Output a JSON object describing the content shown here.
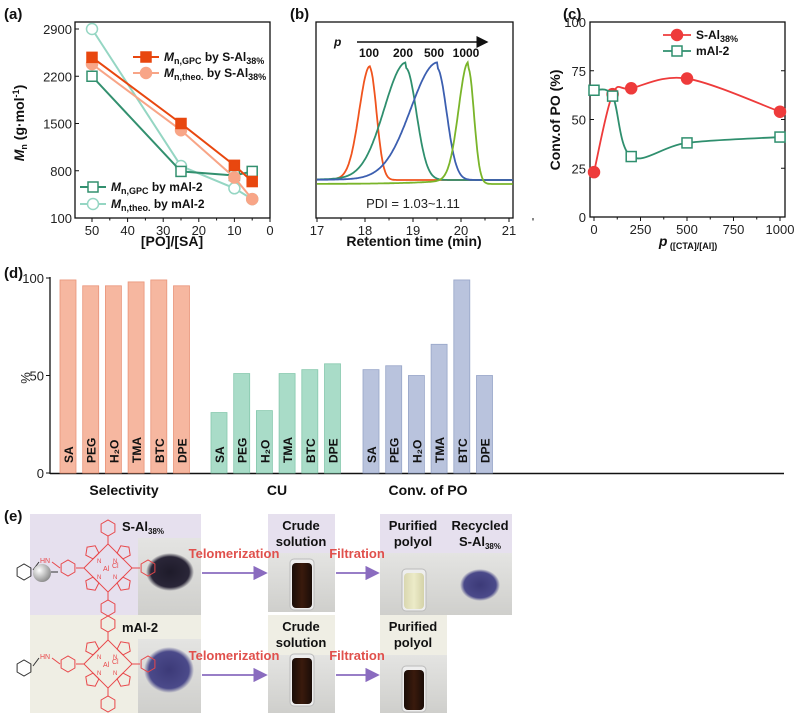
{
  "chart_data": [
    {
      "panel": "(a)",
      "type": "line",
      "xlabel": "[PO]/[SA]",
      "ylabel_parts": [
        "M",
        "n",
        " (g·mol",
        "-1",
        ")"
      ],
      "xlim": [
        55,
        0
      ],
      "ylim": [
        100,
        2900
      ],
      "xticks": [
        50,
        40,
        30,
        20,
        10,
        0
      ],
      "yticks": [
        100,
        800,
        1500,
        2200,
        2900
      ],
      "x": [
        50,
        25,
        10,
        5
      ],
      "series": [
        {
          "label_parts": [
            "M",
            "n,GPC",
            " by S-Al",
            "38%"
          ],
          "values": [
            2480,
            1500,
            880,
            640
          ],
          "color": "#e8470f",
          "marker": "square-filled"
        },
        {
          "label_parts": [
            "M",
            "n,theo.",
            " by S-Al",
            "38%"
          ],
          "values": [
            2380,
            1400,
            700,
            380
          ],
          "color": "#f8a587",
          "marker": "circle-filled"
        },
        {
          "label_parts": [
            "M",
            "n,GPC",
            " by mAl-2",
            ""
          ],
          "values": [
            2200,
            790,
            730,
            790
          ],
          "color": "#33906f",
          "marker": "square-open"
        },
        {
          "label_parts": [
            "M",
            "n,theo.",
            " by mAl-2",
            ""
          ],
          "values": [
            2900,
            870,
            540,
            380
          ],
          "color": "#95d6c3",
          "marker": "circle-open"
        }
      ],
      "legend": "top-right and bottom-left"
    },
    {
      "panel": "(b)",
      "type": "line",
      "xlabel": "Retention time (min)",
      "xlim": [
        17,
        21.1
      ],
      "xticks": [
        17,
        18,
        19,
        20,
        21
      ],
      "arrow_label": "p",
      "annotation": "PDI = 1.03~1.11",
      "series": [
        {
          "p": "100",
          "peak_retention_min": 18.1,
          "color": "#f0541e"
        },
        {
          "p": "200",
          "peak_retention_min": 18.85,
          "color": "#2f8f6e"
        },
        {
          "p": "500",
          "peak_retention_min": 19.5,
          "color": "#3c5fb0"
        },
        {
          "p": "1000",
          "peak_retention_min": 20.15,
          "color": "#7ab52a"
        }
      ]
    },
    {
      "panel": "(c)",
      "type": "line",
      "xlabel_parts": [
        "p",
        " ([CTA]/[Al])"
      ],
      "ylabel": "Conv.of PO (%)",
      "xlim": [
        -20,
        1025
      ],
      "ylim": [
        0,
        100
      ],
      "xticks": [
        0,
        250,
        500,
        750,
        1000
      ],
      "yticks": [
        0,
        25,
        50,
        75,
        100
      ],
      "x": [
        0,
        100,
        200,
        500,
        1000
      ],
      "series": [
        {
          "label_parts": [
            "S-Al",
            "38%"
          ],
          "values": [
            23,
            63,
            66,
            71,
            54
          ],
          "color": "#ee3b3b",
          "marker": "circle-filled"
        },
        {
          "label_parts": [
            "mAl-2",
            ""
          ],
          "values": [
            65,
            62,
            31,
            38,
            41
          ],
          "color": "#2f8f6e",
          "marker": "square-open"
        }
      ],
      "legend": "top-right"
    },
    {
      "panel": "(d)",
      "type": "bar",
      "ylabel": "%",
      "ylim": [
        0,
        100
      ],
      "yticks": [
        0,
        50,
        100
      ],
      "categories": [
        "SA",
        "PEG",
        "H₂O",
        "TMA",
        "BTC",
        "DPE"
      ],
      "groups": [
        {
          "name": "Selectivity",
          "values": [
            99,
            96,
            96,
            98,
            99,
            96
          ],
          "color": "#f6b7a0",
          "edge": "#e9947a"
        },
        {
          "name": "CU",
          "values": [
            31,
            51,
            32,
            51,
            53,
            56
          ],
          "color": "#a9dcc8",
          "edge": "#86c8ad"
        },
        {
          "name": "Conv. of PO",
          "values": [
            53,
            55,
            50,
            66,
            99,
            50
          ],
          "color": "#b9c3dd",
          "edge": "#97a5c8"
        }
      ]
    }
  ],
  "scheme": {
    "panel": "(e)",
    "top_catalyst": [
      "S-Al",
      "38%"
    ],
    "bottom_catalyst": "mAl-2",
    "structure_atoms": {
      "hn": "HN",
      "al": "Al",
      "cl": "Cl",
      "n": "N"
    },
    "step1": "Telomerization",
    "step2": "Filtration",
    "crude": [
      "Crude",
      "solution"
    ],
    "purified": [
      "Purified",
      "polyol"
    ],
    "recycled": [
      "Recycled",
      "S-Al",
      "38%"
    ]
  },
  "colors": {
    "purple_bg": "#e6e0ee",
    "beige_bg": "#efeee4",
    "arrow": "#8a6bbf"
  }
}
